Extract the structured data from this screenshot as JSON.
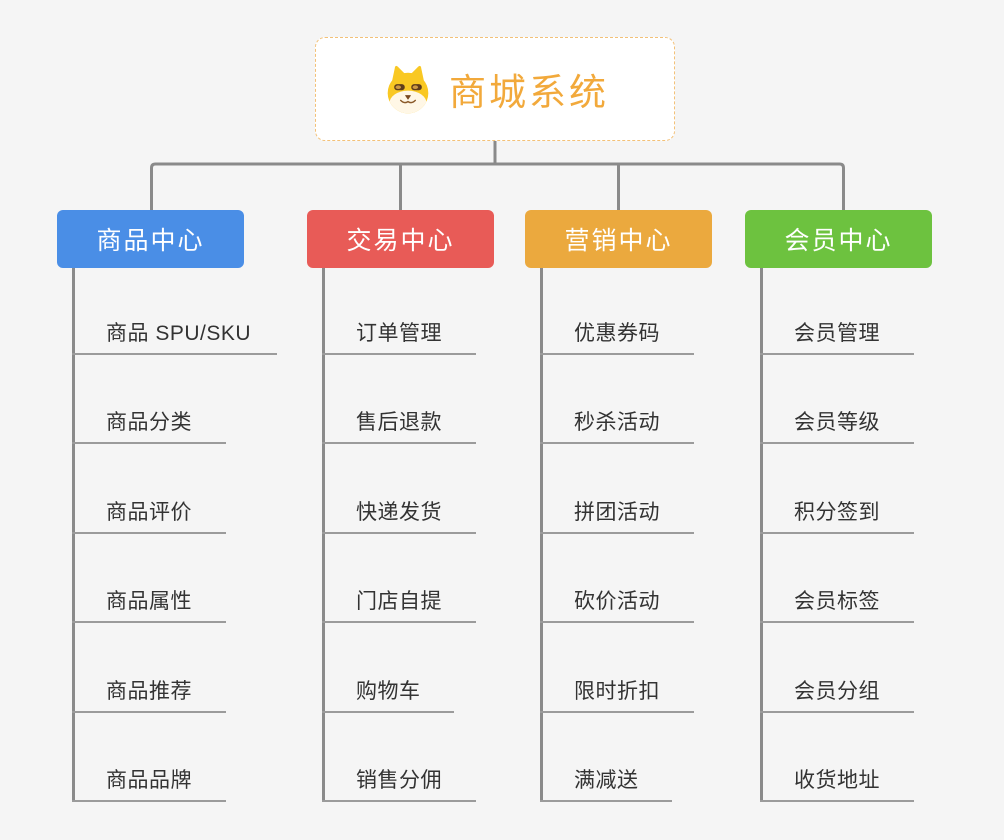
{
  "root": {
    "title": "商城系统",
    "icon": "shiba-dog-icon",
    "title_color": "#f2a93b",
    "border_color": "#f3c178"
  },
  "branches": [
    {
      "label": "商品中心",
      "color": "#4a8ee6",
      "items": [
        "商品 SPU/SKU",
        "商品分类",
        "商品评价",
        "商品属性",
        "商品推荐",
        "商品品牌"
      ]
    },
    {
      "label": "交易中心",
      "color": "#e85b57",
      "items": [
        "订单管理",
        "售后退款",
        "快递发货",
        "门店自提",
        "购物车",
        "销售分佣"
      ]
    },
    {
      "label": "营销中心",
      "color": "#eba93e",
      "items": [
        "优惠券码",
        "秒杀活动",
        "拼团活动",
        "砍价活动",
        "限时折扣",
        "满减送"
      ]
    },
    {
      "label": "会员中心",
      "color": "#6dc23f",
      "items": [
        "会员管理",
        "会员等级",
        "积分签到",
        "会员标签",
        "会员分组",
        "收货地址"
      ]
    }
  ],
  "connector_color": "#8a8a8a",
  "underline_color": "#9b9b9b",
  "background_color": "#f5f5f5",
  "text_color": "#333333"
}
